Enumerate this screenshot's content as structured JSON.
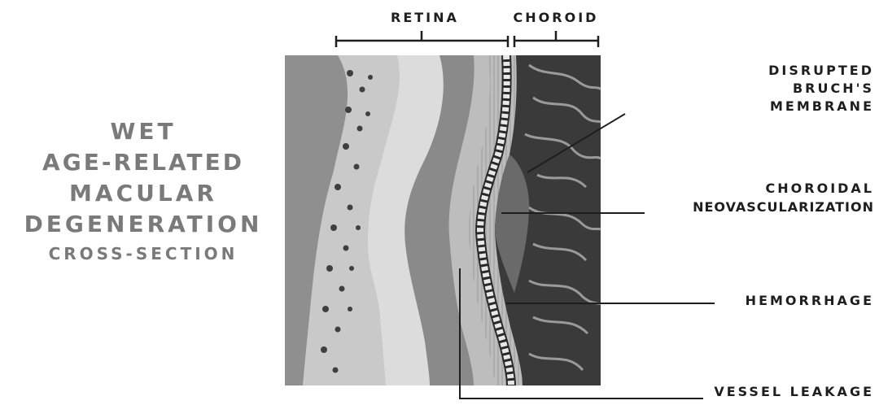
{
  "title": {
    "line1": "WET",
    "line2": "AGE-RELATED",
    "line3": "MACULAR",
    "line4": "DEGENERATION",
    "line5": "CROSS-SECTION"
  },
  "layers": {
    "retina": "RETINA",
    "choroid": "CHOROID"
  },
  "callouts": {
    "bruch_line1": "DISRUPTED",
    "bruch_line2": "BRUCH'S",
    "bruch_line3": "MEMBRANE",
    "cnv_line1": "CHOROIDAL",
    "cnv_line2": "NEOVASCULARIZATION",
    "hemorrhage": "HEMORRHAGE",
    "leakage": "VESSEL LEAKAGE"
  }
}
